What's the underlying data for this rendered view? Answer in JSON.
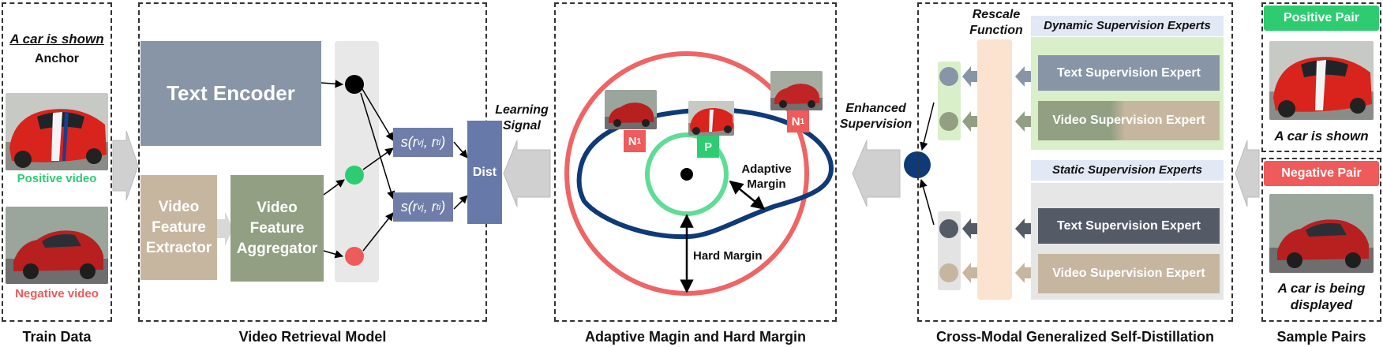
{
  "train_data": {
    "title": "Train Data",
    "caption": "A car is shown",
    "anchor": "Anchor",
    "positive": "Positive video",
    "negative": "Negative video"
  },
  "retrieval_model": {
    "title": "Video Retrieval Model",
    "text_encoder": "Text Encoder",
    "feature_extractor": "Video Feature Extractor",
    "feature_aggregator": "Video Feature Aggregator",
    "sim_top": "s(r",
    "sim_bottom": "s(r",
    "dist": "Dist"
  },
  "learning_signal": "Learning Signal",
  "margin": {
    "title": "Adaptive Magin and Hard Margin",
    "adaptive": "Adaptive Margin",
    "hard": "Hard Margin",
    "label_n1": "N",
    "label_p": "P",
    "label_n1_right": "N"
  },
  "enhanced_supervision": "Enhanced Supervision",
  "distillation": {
    "title": "Cross-Modal Generalized Self-Distillation",
    "rescale": "Rescale Function",
    "dynamic_header": "Dynamic Supervision Experts",
    "static_header": "Static Supervision Experts",
    "dyn_text": "Text Supervision Expert",
    "dyn_video": "Video Supervision Expert",
    "stat_text": "Text Supervision Expert",
    "stat_video": "Video Supervision Expert"
  },
  "sample_pairs": {
    "title": "Sample Pairs",
    "positive_pair": "Positive Pair",
    "positive_caption": "A car is shown",
    "negative_pair": "Negative Pair",
    "negative_caption": "A car is being displayed"
  },
  "colors": {
    "text_encoder": "#8795a6",
    "feature_extractor": "#c6b6a0",
    "feature_aggregator": "#929f82",
    "sim_box": "#6f7ea8",
    "dist_box": "#6679a9",
    "positive": "#2ecc71",
    "negative": "#ef5a5a",
    "red_circle": "#ef6464",
    "blue_contour": "#103a78",
    "green_circle": "#5fdc95"
  }
}
